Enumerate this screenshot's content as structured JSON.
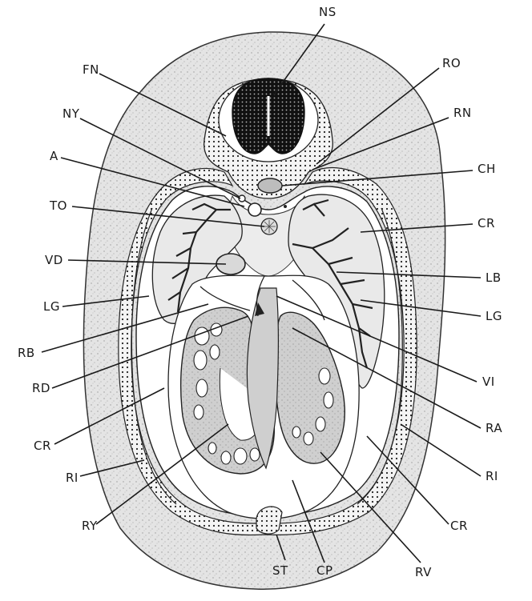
{
  "diagram": {
    "labels": {
      "ns": "NS",
      "fn": "FN",
      "ro": "RO",
      "rn": "RN",
      "ny": "NY",
      "a": "A",
      "ch": "CH",
      "to": "TO",
      "cr_upper_right": "CR",
      "vd": "VD",
      "lb": "LB",
      "lg_left": "LG",
      "lg_right": "LG",
      "rb": "RB",
      "vi": "VI",
      "rd": "RD",
      "ra": "RA",
      "cr_left": "CR",
      "ri_left": "RI",
      "ri_right": "RI",
      "cr_lower_right": "CR",
      "ry": "RY",
      "rv": "RV",
      "st": "ST",
      "cp": "CP"
    }
  }
}
